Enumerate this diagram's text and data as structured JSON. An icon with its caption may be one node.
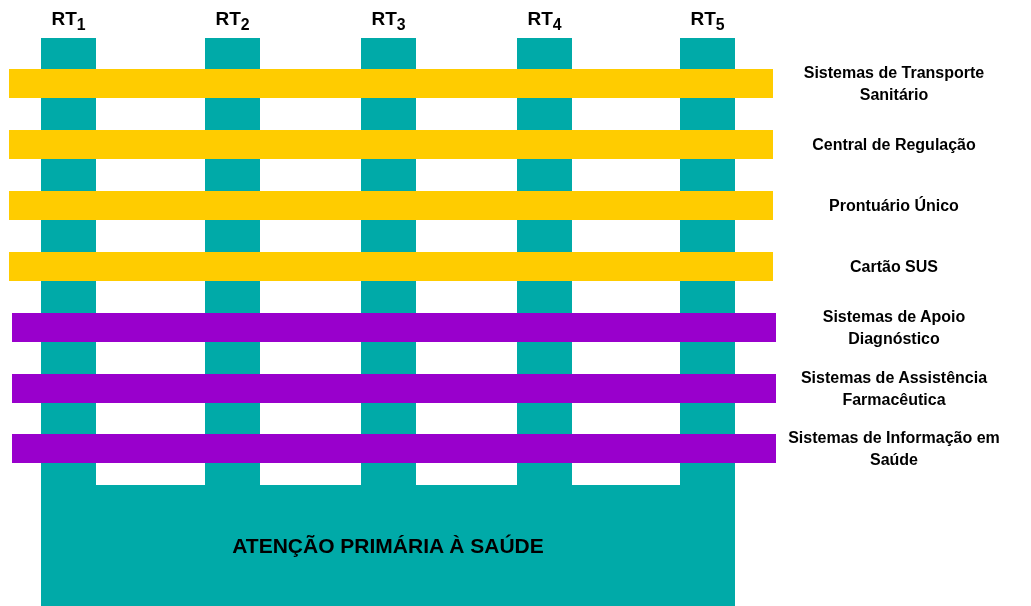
{
  "diagram": {
    "nodes": [
      {
        "text": [
          "ATENÇÃO PRIMÁRIA À SAÚDE"
        ]
      },
      {
        "text": [
          "RT$_{1}$"
        ]
      },
      {
        "text": [
          "RT$_{2}$"
        ]
      },
      {
        "text": [
          "RT$_{3}$"
        ]
      },
      {
        "text": [
          "RT$_{4}$"
        ]
      },
      {
        "text": [
          "RT$_{5}$"
        ]
      },
      {
        "text": [
          "Sistemas de Transporte Sanitário"
        ]
      },
      {
        "text": [
          "Central de Regulação"
        ]
      },
      {
        "text": [
          "Prontuário Único"
        ]
      },
      {
        "text": [
          "Cartão SUS"
        ]
      },
      {
        "text": [
          "Sistemas de Apoio Diagnóstico"
        ]
      },
      {
        "text": [
          "Sistemas de Assistência Farmacêutica"
        ]
      },
      {
        "text": [
          "Sistemas de Informação em Saúde"
        ]
      }
    ]
  }
}
